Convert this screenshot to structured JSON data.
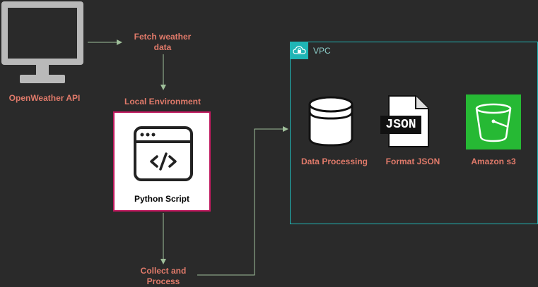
{
  "nodes": {
    "openweather": "OpenWeather API",
    "fetch": "Fetch weather data",
    "local_env": "Local Environment",
    "python": "Python Script",
    "collect": "Collect and Process",
    "vpc": "VPC",
    "data_processing": "Data Processing",
    "format_json": "Format JSON",
    "json_badge": "JSON",
    "s3": "Amazon s3"
  },
  "colors": {
    "background": "#2a2a2a",
    "label": "#e07a6a",
    "edge": "#9fbf9a",
    "vpc_border": "#1fb5b5",
    "python_border": "#c0185e",
    "s3_fill": "#26b934"
  },
  "icons": [
    "monitor-icon",
    "code-window-icon",
    "cloud-lock-icon",
    "database-icon",
    "json-file-icon",
    "bucket-icon"
  ]
}
